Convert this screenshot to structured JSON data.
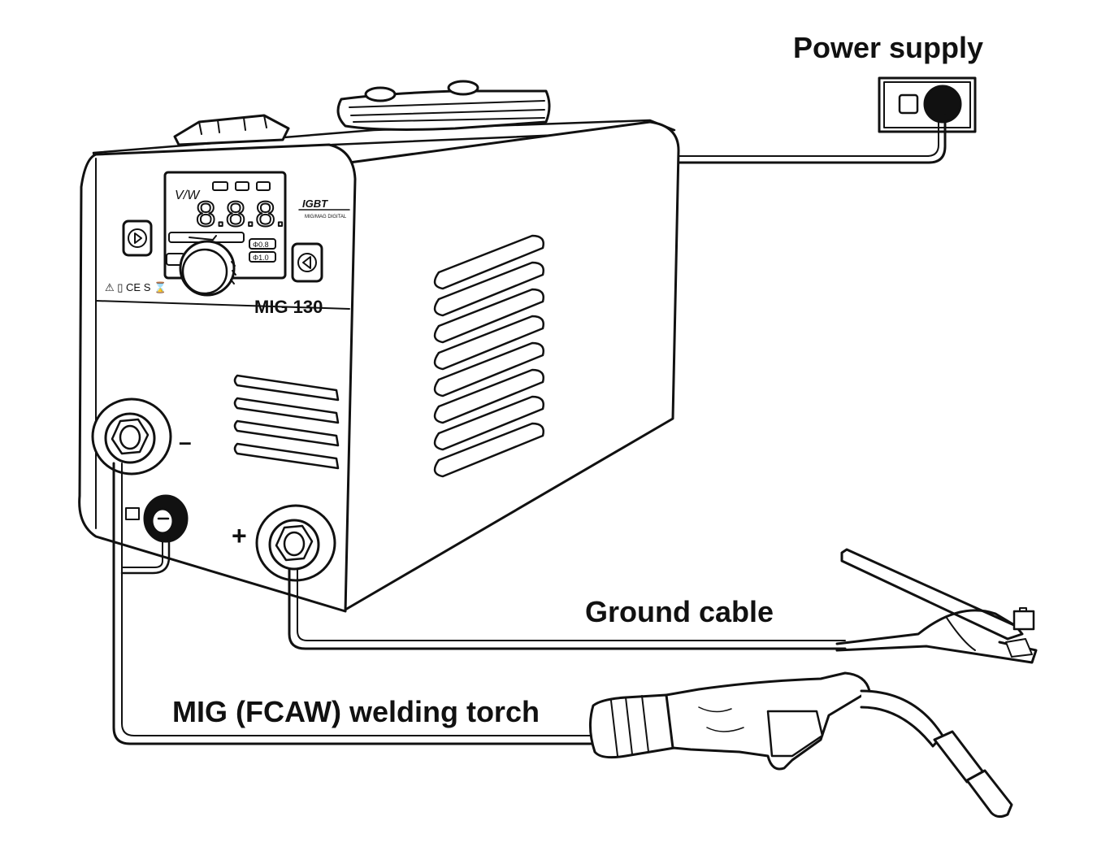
{
  "labels": {
    "power_supply": "Power supply",
    "ground_cable": "Ground cable",
    "torch": "MIG (FCAW) welding torch"
  },
  "machine": {
    "model": "MIG 130",
    "display": "8.8.8.",
    "mode_label": "V/W",
    "brand": "IGBT",
    "brand_sub": "MIG/MAG DIGITAL",
    "wire_08": "Φ0.8",
    "wire_10": "Φ1.0",
    "minus": "–",
    "plus": "+",
    "safety_marks": "⚠ ▯ CE S ⌛"
  },
  "colors": {
    "line": "#111111",
    "fill": "#ffffff"
  }
}
